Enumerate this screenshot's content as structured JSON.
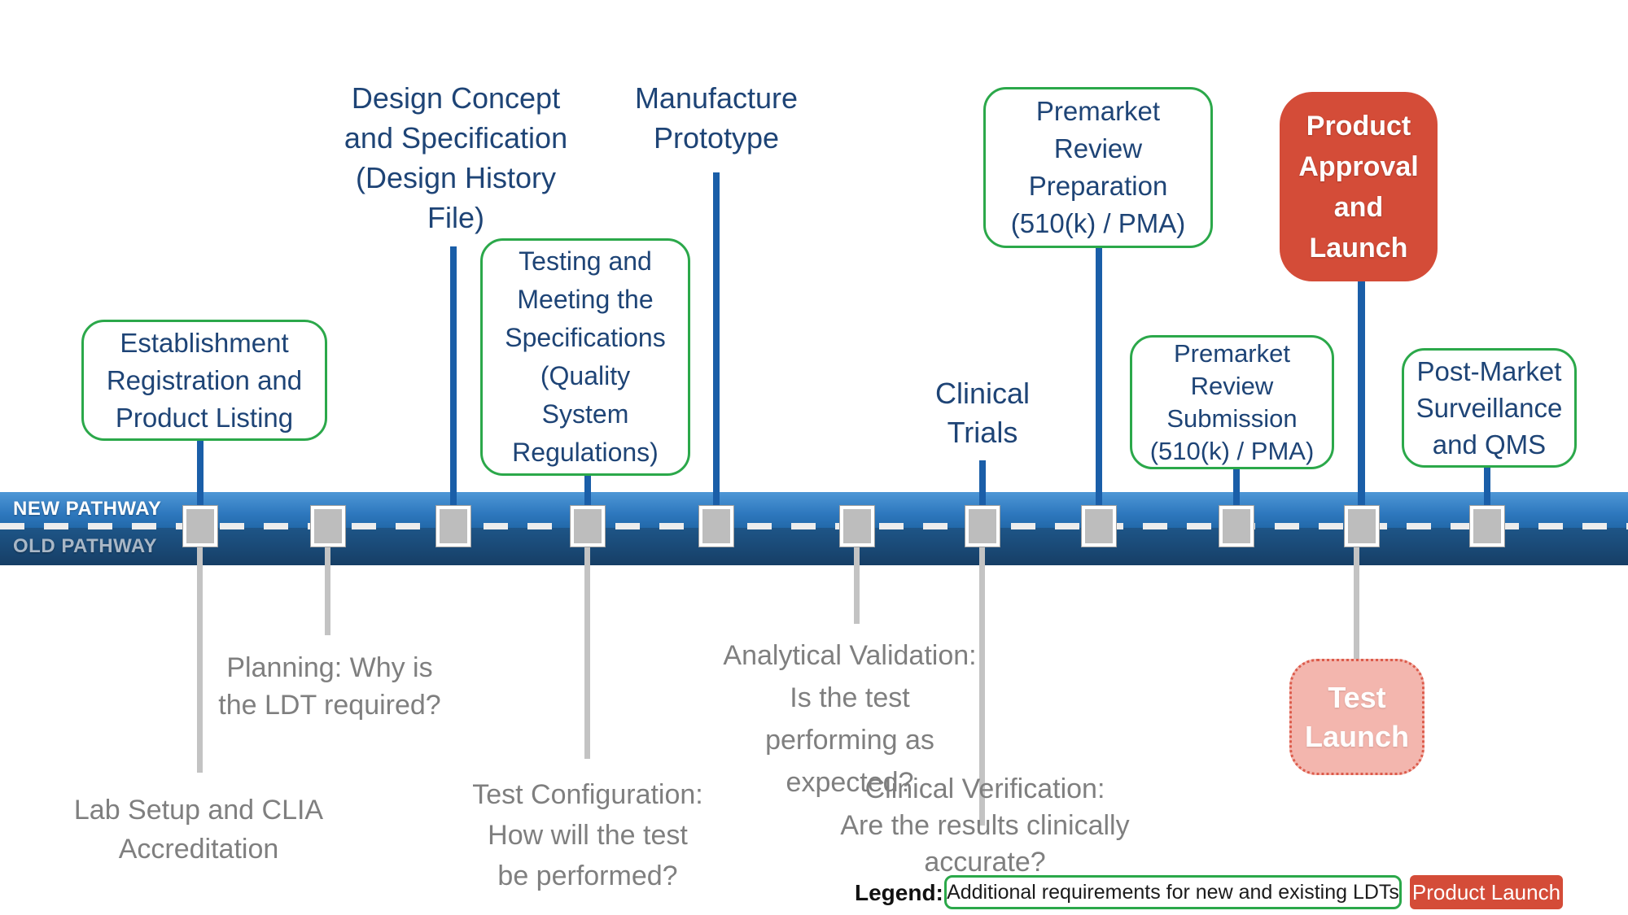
{
  "timeline": {
    "new_pathway_label": "NEW PATHWAY",
    "old_pathway_label": "OLD PATHWAY"
  },
  "milestones_above": {
    "establishment": "Establishment\nRegistration and\nProduct Listing",
    "design_concept": "Design Concept\nand Specification\n(Design History\nFile)",
    "testing": "Testing and\nMeeting the\nSpecifications\n(Quality\nSystem\nRegulations)",
    "manufacture": "Manufacture\nPrototype",
    "clinical_trials": "Clinical\nTrials",
    "premarket_preparation": "Premarket\nReview\nPreparation\n(510(k) / PMA)",
    "premarket_submission": "Premarket\nReview\nSubmission\n(510(k) / PMA)",
    "product_approval": "Product\nApproval\nand\nLaunch",
    "post_market": "Post-Market\nSurveillance\nand QMS"
  },
  "milestones_below": {
    "lab_setup": "Lab Setup and CLIA\nAccreditation",
    "planning": "Planning: Why is\nthe LDT required?",
    "test_configuration": "Test Configuration:\nHow will the test\nbe performed?",
    "analytical_validation": "Analytical Validation:\nIs the test\nperforming as\nexpected?",
    "clinical_verification": "Clinical Verification:\nAre the results clinically\naccurate?",
    "test_launch": "Test\nLaunch"
  },
  "legend": {
    "title": "Legend:",
    "green_item": "Additional requirements for new and existing LDTs",
    "red_item": "Product Launch"
  },
  "colors": {
    "band_new_blue": "#2E78BE",
    "band_old_blue": "#1A4A77",
    "green_border": "#2BA84A",
    "navy_text": "#1E4476",
    "red_fill": "#D44C38",
    "pink_fill": "#F3B6AE",
    "pink_border": "#DC5B4B",
    "gray_text": "#7F7F7F",
    "connector_blue": "#1A5EA8",
    "connector_gray": "#C3C3C3",
    "marker_gray": "#BDBDBD"
  }
}
